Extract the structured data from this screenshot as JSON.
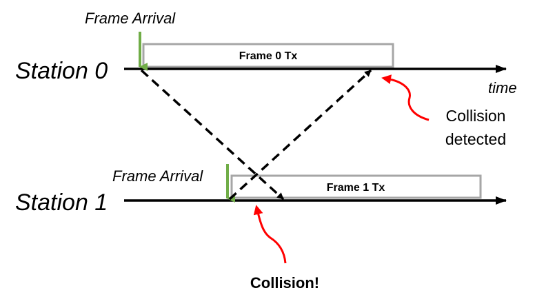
{
  "stations": [
    {
      "label": "Station 0",
      "arrival_label": "Frame Arrival",
      "frame_label": "Frame 0 Tx"
    },
    {
      "label": "Station 1",
      "arrival_label": "Frame Arrival",
      "frame_label": "Frame 1 Tx"
    }
  ],
  "time_label": "time",
  "collision_detected": {
    "line1": "Collision",
    "line2": "detected"
  },
  "collision_label": "Collision!",
  "colors": {
    "timeline": "#000000",
    "arrival_arrow": "#70ad47",
    "frame_box_border": "#a6a6a6",
    "annotation_arrow": "#ff0000",
    "propagation_dash": "#000000"
  }
}
